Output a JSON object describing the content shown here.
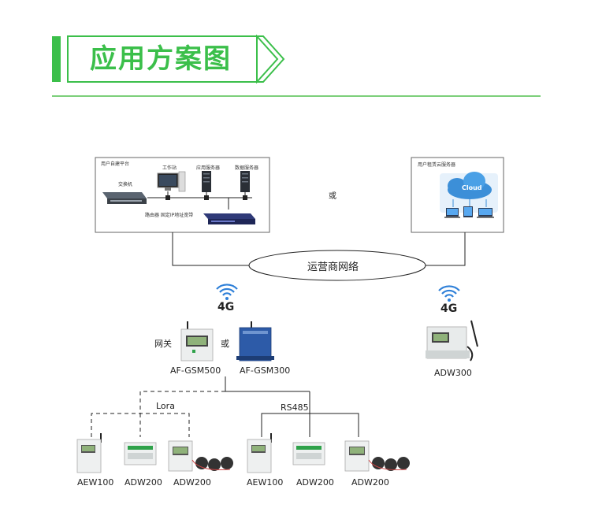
{
  "header": {
    "title": "应用方案图"
  },
  "diagram": {
    "self_platform": {
      "label": "用户自建平台",
      "workstation": "工作站",
      "app_server": "应用服务器",
      "db_server": "数据服务器",
      "switch": "交换机",
      "router": "路由器 固定IP地址宽带"
    },
    "cloud_platform": {
      "label": "用户租赁云服务器",
      "cloud": "Cloud"
    },
    "or_top": "或",
    "network": "运营商网络",
    "signal_left": "4G",
    "signal_right": "4G",
    "gateway_label": "网关",
    "or_gateway": "或",
    "gw1": "AF-GSM500",
    "gw2": "AF-GSM300",
    "adw300": "ADW300",
    "lora": "Lora",
    "rs485": "RS485",
    "devices_left": [
      "AEW100",
      "ADW200",
      "ADW200"
    ],
    "devices_right": [
      "AEW100",
      "ADW200",
      "ADW200"
    ]
  },
  "colors": {
    "brand_green": "#3bbf4a",
    "wifi_blue": "#2f80d8"
  }
}
